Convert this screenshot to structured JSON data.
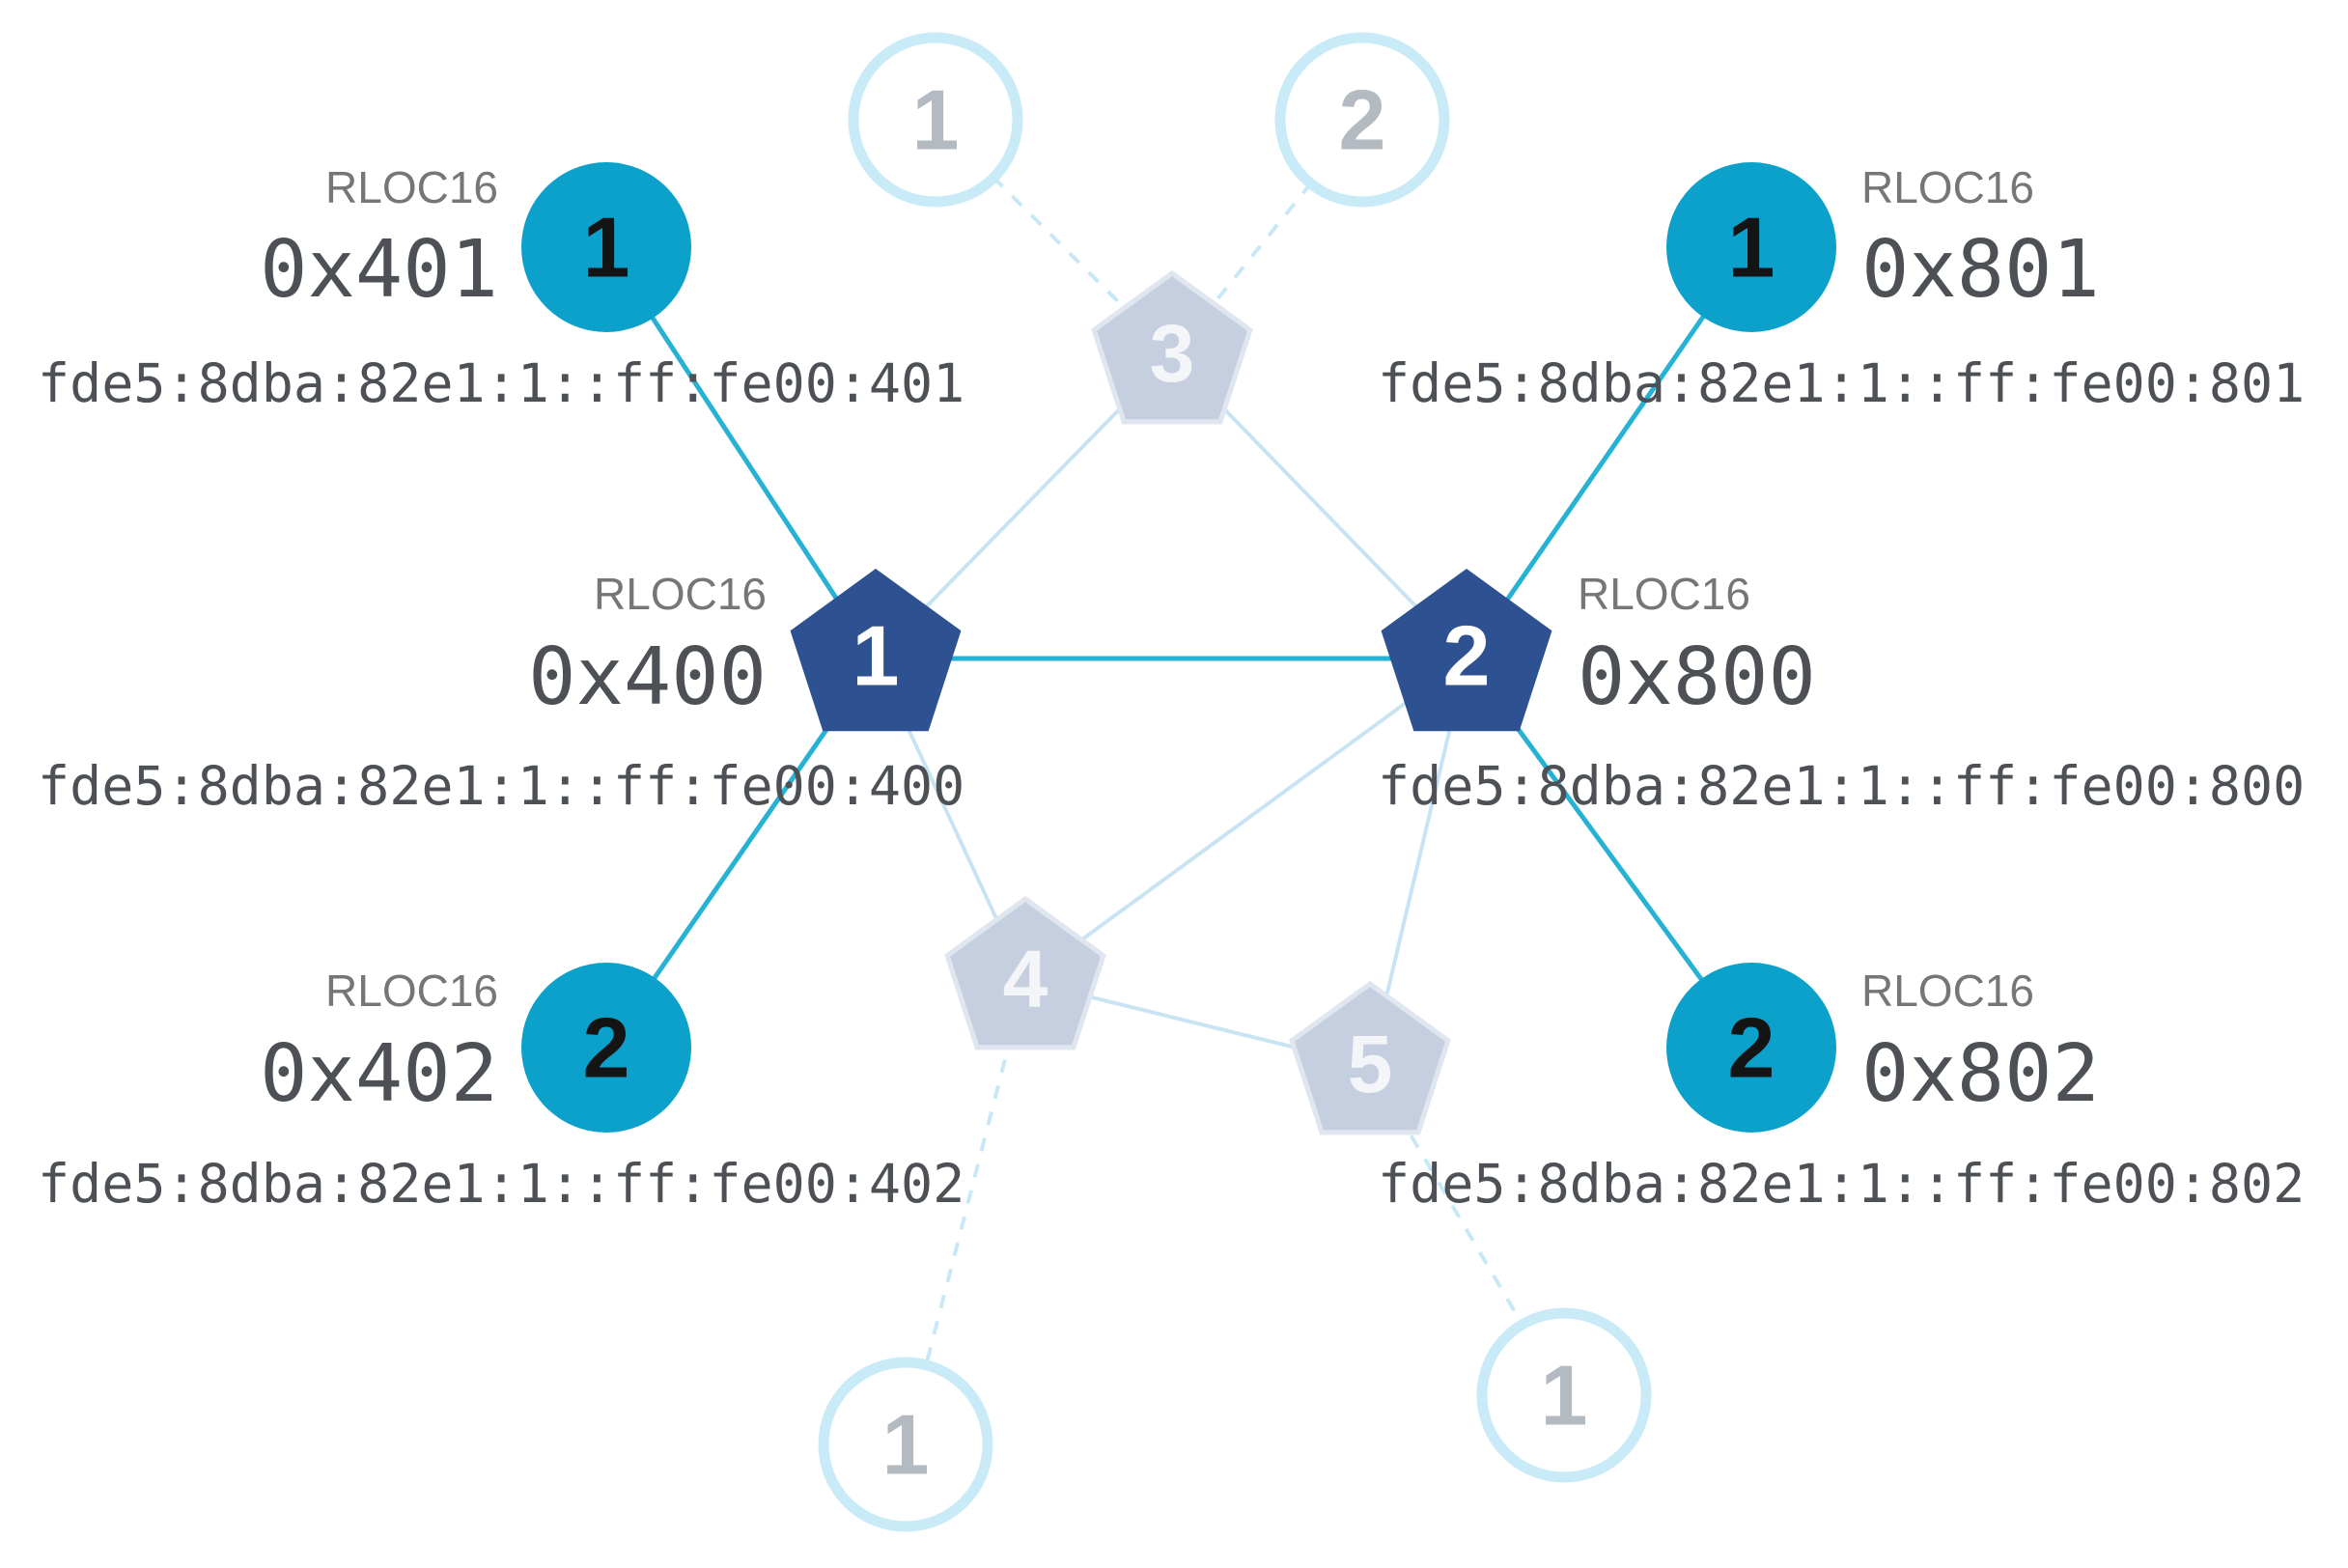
{
  "colors": {
    "router_active_fill": "#2d5191",
    "router_inactive_fill": "#c5cfdf",
    "router_inactive_stroke": "#dfe6ef",
    "device_active_fill": "#0ba1ca",
    "device_inactive_stroke": "#c9ebf8",
    "link_active": "#27b2d5",
    "link_mesh": "#c8e4f3",
    "link_faded": "#c9e8f6",
    "label_text": "#767676",
    "value_text": "#4d5156"
  },
  "nodes": {
    "router_400": {
      "number": "1",
      "rloc_label": "RLOC16",
      "rloc16": "0x400",
      "ipv6": "fde5:8dba:82e1:1::ff:fe00:400"
    },
    "router_800": {
      "number": "2",
      "rloc_label": "RLOC16",
      "rloc16": "0x800",
      "ipv6": "fde5:8dba:82e1:1::ff:fe00:800"
    },
    "router_3": {
      "number": "3"
    },
    "router_4": {
      "number": "4"
    },
    "router_5": {
      "number": "5"
    },
    "device_401": {
      "number": "1",
      "rloc_label": "RLOC16",
      "rloc16": "0x401",
      "ipv6": "fde5:8dba:82e1:1::ff:fe00:401"
    },
    "device_402": {
      "number": "2",
      "rloc_label": "RLOC16",
      "rloc16": "0x402",
      "ipv6": "fde5:8dba:82e1:1::ff:fe00:402"
    },
    "device_801": {
      "number": "1",
      "rloc_label": "RLOC16",
      "rloc16": "0x801",
      "ipv6": "fde5:8dba:82e1:1::ff:fe00:801"
    },
    "device_802": {
      "number": "2",
      "rloc_label": "RLOC16",
      "rloc16": "0x802",
      "ipv6": "fde5:8dba:82e1:1::ff:fe00:802"
    },
    "faded_top_1": {
      "number": "1"
    },
    "faded_top_2": {
      "number": "2"
    },
    "faded_bottom_1": {
      "number": "1"
    },
    "faded_bottom_2": {
      "number": "1"
    }
  }
}
